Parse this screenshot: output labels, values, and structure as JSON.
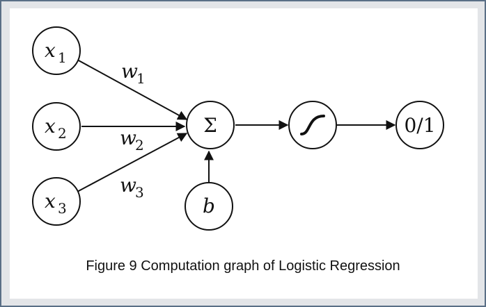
{
  "nodes": {
    "x1": {
      "var": "x",
      "sub": "1"
    },
    "x2": {
      "var": "x",
      "sub": "2"
    },
    "x3": {
      "var": "x",
      "sub": "3"
    },
    "sum": {
      "symbol": "Σ"
    },
    "bias": {
      "var": "b"
    },
    "output": {
      "text": "0/1"
    }
  },
  "edges": {
    "w1": {
      "var": "w",
      "sub": "1"
    },
    "w2": {
      "var": "w",
      "sub": "2"
    },
    "w3": {
      "var": "w",
      "sub": "3"
    }
  },
  "caption": "Figure 9 Computation graph of Logistic Regression",
  "colors": {
    "stroke": "#111111",
    "frame": "#5a6f86",
    "background": "#e3e5e8"
  },
  "icons": {
    "activation": "sigmoid-curve-icon"
  }
}
